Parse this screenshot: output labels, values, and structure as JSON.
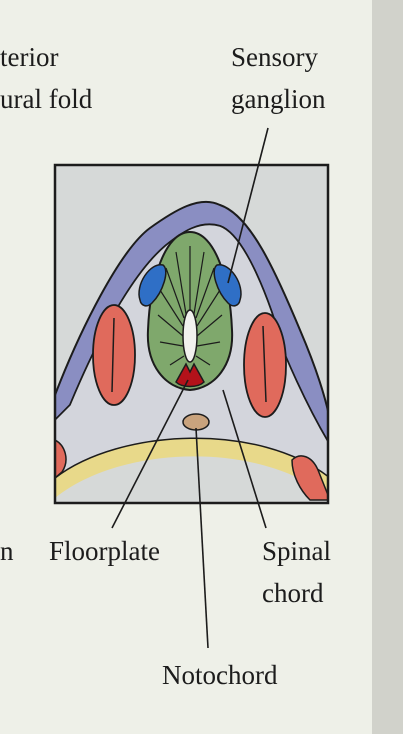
{
  "labels": {
    "cut_left_top_1": "terior",
    "cut_left_top_2": "ural fold",
    "sensory_ganglion_1": "Sensory",
    "sensory_ganglion_2": "ganglion",
    "cut_left_bottom": "n",
    "floorplate": "Floorplate",
    "spinal_chord_1": "Spinal",
    "spinal_chord_2": "chord",
    "notochord": "Notochord"
  },
  "colors": {
    "page": "#eef0e8",
    "background_text": "#c9cdc3",
    "panel_border": "#1c1c1c",
    "panel_fill": "#d6d9d8",
    "epidermis": "#8a8ec2",
    "mesoderm": "#d3d5dc",
    "neural_tube": "#7fa86c",
    "neural_lumen": "#f1f1ee",
    "sensory_ganglion": "#2f6fc6",
    "somite": "#e06a5c",
    "floorplate": "#b3121a",
    "notochord": "#c9a37d",
    "yolk_band": "#e8d98a",
    "leader_line": "#1c1c1c"
  }
}
